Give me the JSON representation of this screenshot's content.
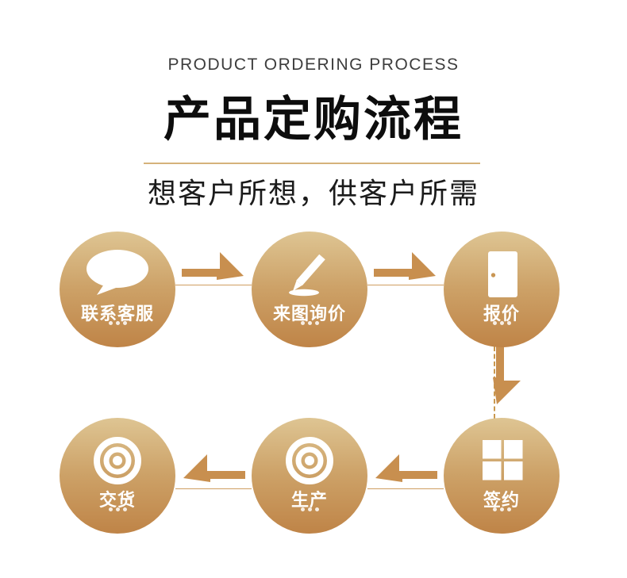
{
  "header": {
    "eyebrow": "PRODUCT ORDERING PROCESS",
    "title": "产品定购流程",
    "subtitle": "想客户所想，供客户所需"
  },
  "flow": {
    "steps": [
      {
        "label": "联系客服",
        "icon": "speech-bubble-icon"
      },
      {
        "label": "来图询价",
        "icon": "pen-sketch-icon"
      },
      {
        "label": "报价",
        "icon": "door-icon"
      },
      {
        "label": "签约",
        "icon": "window-panes-icon"
      },
      {
        "label": "生产",
        "icon": "target-icon"
      },
      {
        "label": "交货",
        "icon": "target-icon"
      }
    ]
  },
  "colors": {
    "circle_gradient_top": "#dec593",
    "circle_gradient_bottom": "#bf8447",
    "arrow": "#c88f4f",
    "connector_line": "#cf9e61",
    "divider_line": "#d5b27a",
    "title_text": "#0d0d0d",
    "step_text": "#ffffff"
  }
}
